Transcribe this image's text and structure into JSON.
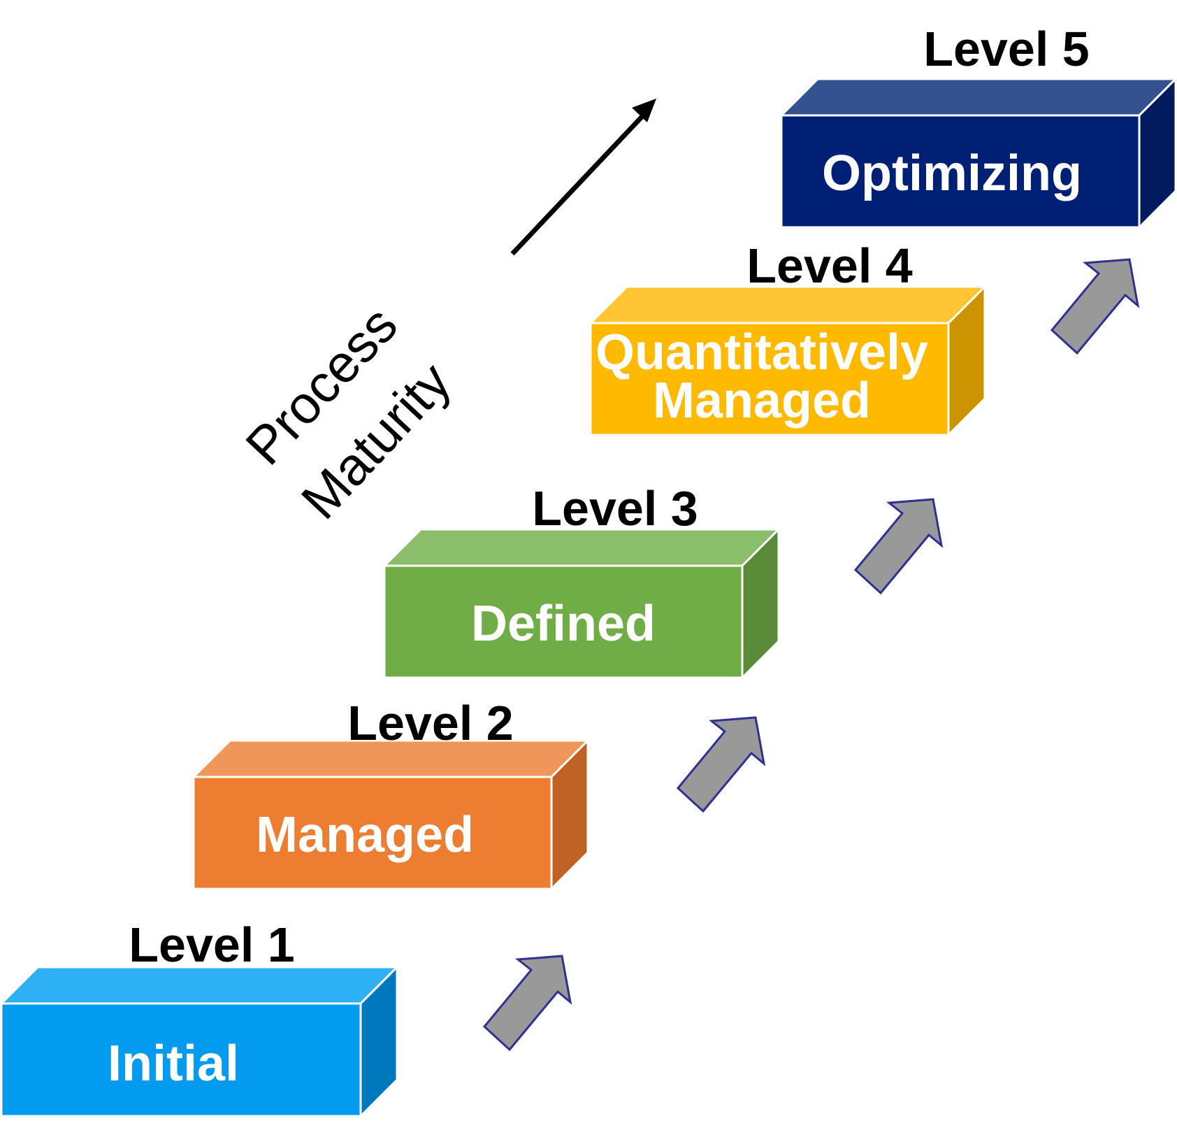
{
  "diagram": {
    "axis_label": {
      "line1": "Process",
      "line2": "Maturity"
    },
    "levels": [
      {
        "level_label": "Level  1",
        "name": "Initial",
        "name_line2": "",
        "colors": {
          "front": "#039BEF",
          "top": "#2EB0F4",
          "side": "#0078BD"
        }
      },
      {
        "level_label": "Level  2",
        "name": "Managed",
        "name_line2": "",
        "colors": {
          "front": "#ED7D31",
          "top": "#F0965A",
          "side": "#C06226"
        }
      },
      {
        "level_label": "Level  3",
        "name": "Defined",
        "name_line2": "",
        "colors": {
          "front": "#70AD47",
          "top": "#8BBE6A",
          "side": "#5A8B38"
        }
      },
      {
        "level_label": "Level  4",
        "name": "Quantitatively",
        "name_line2": "Managed",
        "colors": {
          "front": "#FFB900",
          "top": "#FFC533",
          "side": "#CC9500"
        }
      },
      {
        "level_label": "Level  5",
        "name": "Optimizing",
        "name_line2": "",
        "colors": {
          "front": "#002076",
          "top": "#345190",
          "side": "#001A5E"
        }
      }
    ],
    "arrow_colors": {
      "fill": "#999999",
      "stroke": "#2E3192"
    },
    "trend_arrow_color": "#000000"
  }
}
